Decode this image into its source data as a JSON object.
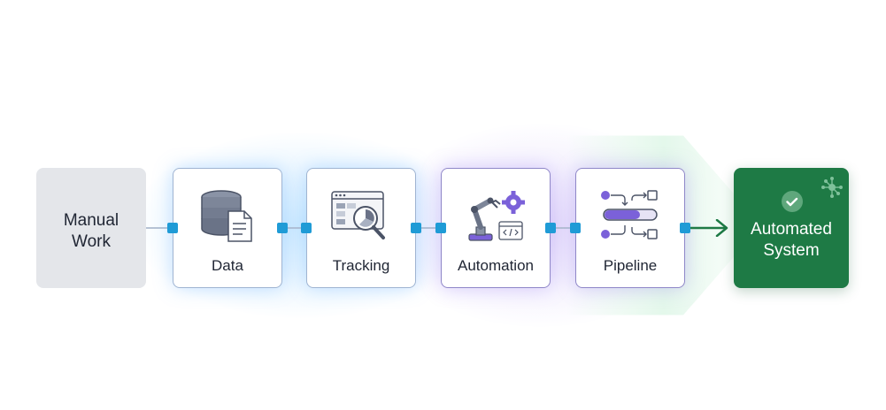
{
  "steps": [
    {
      "id": "manual",
      "label_line1": "Manual",
      "label_line2": "Work"
    },
    {
      "id": "data",
      "label": "Data",
      "icon": "database-document-icon"
    },
    {
      "id": "tracking",
      "label": "Tracking",
      "icon": "browser-magnifier-chart-icon"
    },
    {
      "id": "automation",
      "label": "Automation",
      "icon": "robot-arm-gear-code-icon"
    },
    {
      "id": "pipeline",
      "label": "Pipeline",
      "icon": "pipeline-flow-icon"
    },
    {
      "id": "automated",
      "label_line1": "Automated",
      "label_line2": "System",
      "icon": "check-circle-icon",
      "corner_icon": "network-hub-icon"
    }
  ],
  "colors": {
    "manual_bg": "#e4e6ea",
    "final_bg": "#1e7a45",
    "port": "#1f9bd6",
    "accent_purple": "#7b61d9",
    "arrow": "#1e7a45"
  }
}
